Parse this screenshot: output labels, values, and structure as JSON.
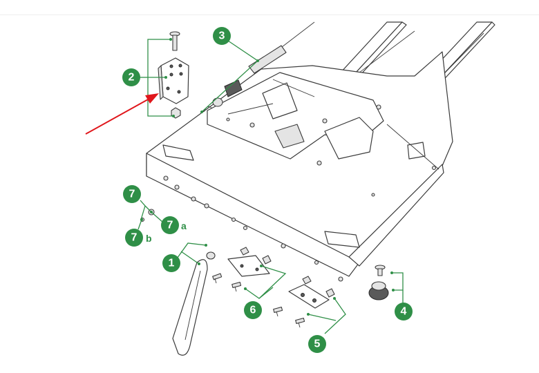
{
  "callouts": [
    {
      "id": "1",
      "label": "1"
    },
    {
      "id": "2",
      "label": "2"
    },
    {
      "id": "3",
      "label": "3"
    },
    {
      "id": "4",
      "label": "4"
    },
    {
      "id": "5",
      "label": "5"
    },
    {
      "id": "6",
      "label": "6"
    },
    {
      "id": "7",
      "label": "7"
    },
    {
      "id": "7a",
      "label": "7",
      "suffix": "a"
    },
    {
      "id": "7b",
      "label": "7",
      "suffix": "b"
    }
  ],
  "colors": {
    "callout": "#2f8f47",
    "highlight_arrow": "#e0161b",
    "line_art": "#3a3a3a"
  }
}
